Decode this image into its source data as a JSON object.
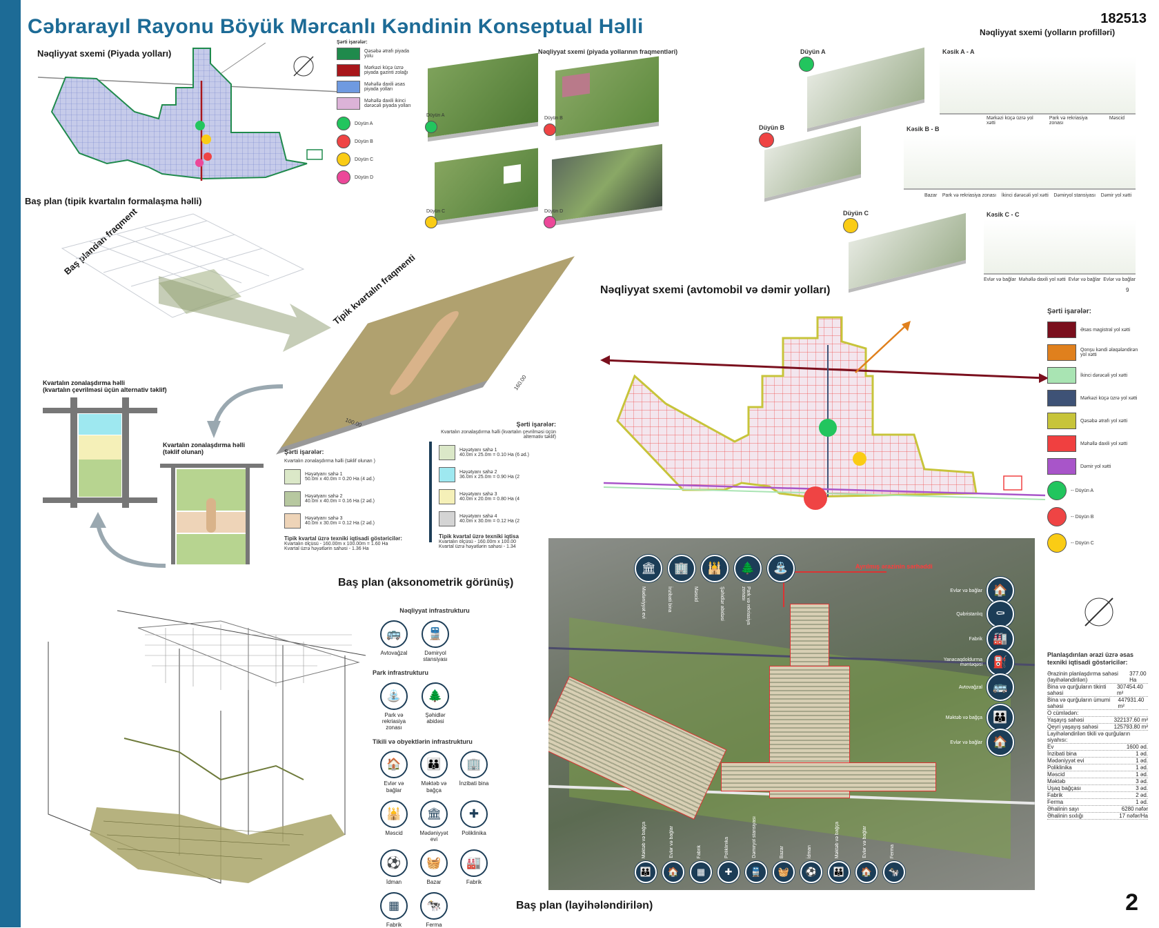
{
  "title": "Cəbrarayıl Rayonu Böyük Mərcanlı Kəndinin Konseptual Həlli",
  "project_number": "182513",
  "page_number": "2",
  "small_page_number": "9",
  "sections": {
    "pedestrian": "Nəqliyyat sxemi (Piyada yolları)",
    "fragments": "Nəqliyyat sxemi (piyada yollarının fraqmentləri)",
    "profiles": "Nəqliyyat sxemi (yolların profilləri)",
    "base_plan_typical": "Baş plan (tipik kvartalın formalaşma həlli)",
    "fragment_label": "Baş plandan fraqment",
    "typical_fragment": "Tipik kvartalın fraqmenti",
    "auto_rail": "Nəqliyyat sxemi (avtomobil və dəmir yolları)",
    "zoning_alt": "Kvartalın zonalaşdırma həlli\n(kvartalın çevrilməsi üçün alternativ təklif)",
    "zoning_prop": "Kvartalın zonalaşdırma həlli\n(təklif olunan)",
    "axon": "Baş plan (aksonometrik görünüş)",
    "designed": "Baş plan (layihələndirilən)",
    "red_boundary": "Ayrılmış ərazinin sərhəddi"
  },
  "legend_title": "Şərti işarələr:",
  "ped_legend": [
    {
      "color": "#1f8a4c",
      "label": "Qəsəbə ətrafı piyada yolu"
    },
    {
      "color": "#a8161b",
      "label": "Mərkəzi küçə üzrə piyada gəzinti zolağı"
    },
    {
      "color": "#6f9ae0",
      "label": "Məhəllə daxili əsas piyada yolları"
    },
    {
      "color": "#dcb3d8",
      "label": "Məhəllə daxili ikinci dərəcəli piyada yolları"
    }
  ],
  "nodes": [
    {
      "color": "#22c55e",
      "label": "Düyün A"
    },
    {
      "color": "#ef4444",
      "label": "Düyün B"
    },
    {
      "color": "#facc15",
      "label": "Düyün C"
    },
    {
      "color": "#ec4899",
      "label": "Düyün D"
    }
  ],
  "fragment_nodes": [
    "Düyün A",
    "Düyün B",
    "Düyün C",
    "Düyün D"
  ],
  "sections_cuts": {
    "a": {
      "title": "Kəsik A - A",
      "labels": [
        "Mərkəzi küçə üzrə yol xətti",
        "Park və rekriasiya zonası",
        "Məscid"
      ]
    },
    "b": {
      "title": "Kəsik B - B",
      "labels": [
        "Bazar",
        "Park və rekriasiya zonası",
        "İkinci dərəcəli yol xətti",
        "Dəmiryol stansiyası",
        "Dəmir yol xətti"
      ]
    },
    "c": {
      "title": "Kəsik C - C",
      "labels": [
        "Evlər və bağlar",
        "Məhəllə daxili yol xətti",
        "Evlər və bağlar",
        "Evlər və bağlar"
      ]
    }
  },
  "auto_legend": [
    {
      "color": "#7a0f1d",
      "label": "Əsas magistral yol xətti"
    },
    {
      "color": "#e0801d",
      "label": "Qonşu kəndi əlaqələndirən yol xətti"
    },
    {
      "color": "#a9e4b3",
      "label": "İkinci dərəcəli yol xətti"
    },
    {
      "color": "#3e5276",
      "label": "Mərkəzi küçə üzrə yol xətti"
    },
    {
      "color": "#c7c43a",
      "label": "Qəsəbə ətrafı yol xətti"
    },
    {
      "color": "#f04040",
      "label": "Məhəllə daxili yol xətti"
    },
    {
      "color": "#a855c9",
      "label": "Dəmir yol xətti"
    }
  ],
  "auto_nodes": [
    {
      "color": "#22c55e",
      "label": "-- Düyün A"
    },
    {
      "color": "#ef4444",
      "label": "-- Düyün B"
    },
    {
      "color": "#facc15",
      "label": "-- Düyün C"
    }
  ],
  "dims": {
    "w": "100.00",
    "h": "160.00"
  },
  "zone_legend_left": {
    "title": "Şərti işarələr:",
    "sub": "Kvartalın zonalaşdırma həlli (təklif olunan )",
    "items": [
      {
        "color": "#dbe8c8",
        "label": "Həyətyanı sahə 1",
        "value": "50.0m x 40.0m = 0.20 Ha (4 əd.)"
      },
      {
        "color": "#b7c8a0",
        "label": "Həyətyanı sahə 2",
        "value": "40.0m x 40.0m = 0.16 Ha (2 əd.)"
      },
      {
        "color": "#eed4b8",
        "label": "Həyətyanı sahə 3",
        "value": "40.0m x 30.0m = 0.12 Ha (2 əd.)"
      }
    ],
    "tech": "Tipik kvartal üzrə texniki iqtisadi göstəricilər:",
    "tech_line1": "Kvartalın ölçüsü - 160.00m x 100.00m = 1.60 Ha",
    "tech_line2": "Kvartal üzrə həyətlərin sahəsi - 1.36 Ha"
  },
  "zone_legend_right": {
    "title": "Şərti işarələr:",
    "sub": "Kvartalın zonalaşdırma həlli (kvartalın çevrilməsi üçün alternativ təklif)",
    "items": [
      {
        "color": "#dbe8c8",
        "label": "Həyətyanı sahə 1",
        "value": "40.0m x 25.0m = 0.10 Ha (6 əd.)"
      },
      {
        "color": "#9ee8f0",
        "label": "Həyətyanı sahə 2",
        "value": "36.0m x 25.0m = 0.90 Ha (2"
      },
      {
        "color": "#f5f0b8",
        "label": "Həyətyanı sahə 3",
        "value": "40.0m x 20.0m = 0.80 Ha (4"
      },
      {
        "color": "#d4d4d4",
        "label": "Həyətyanı sahə 4",
        "value": "40.0m x 30.0m = 0.12 Ha (2"
      }
    ],
    "tech": "Tipik kvartal üzrə texniki iqtisa",
    "tech_line1": "Kvartalın ölçüsü - 160.00m x 100.00",
    "tech_line2": "Kvartal üzrə həyətlərin sahəsi - 1.34"
  },
  "infra": {
    "transport_title": "Nəqliyyat infrastrukturu",
    "transport": [
      {
        "icon": "🚌",
        "label": "Avtovağzal"
      },
      {
        "icon": "🚆",
        "label": "Dəmiryol stansiyası"
      }
    ],
    "park_title": "Park infrastrukturu",
    "park": [
      {
        "icon": "⛲",
        "label": "Park və rekriasiya zonası"
      },
      {
        "icon": "🌲",
        "label": "Şəhidlər abidəsi"
      }
    ],
    "build_title": "Tikili və obyektlərin infrastrukturu",
    "build": [
      {
        "icon": "🏠",
        "label": "Evlər və bağlar"
      },
      {
        "icon": "👪",
        "label": "Məktəb və bağça"
      },
      {
        "icon": "🏢",
        "label": "İnzibati bina"
      },
      {
        "icon": "🕌",
        "label": "Məscid"
      },
      {
        "icon": "🏛",
        "label": "Mədəniyyət evi"
      },
      {
        "icon": "✚",
        "label": "Poliklinika"
      },
      {
        "icon": "⚽",
        "label": "İdman"
      },
      {
        "icon": "🧺",
        "label": "Bazar"
      },
      {
        "icon": "🏭",
        "label": "Fabrik"
      },
      {
        "icon": "▦",
        "label": "Fabrik"
      },
      {
        "icon": "🐄",
        "label": "Ferma"
      }
    ]
  },
  "map_labels_top": [
    "Mədəniyyət evi",
    "İnzibati bina",
    "Məscid",
    "Şəhidlər abidəsi",
    "Park və rekriasiya zonası"
  ],
  "map_icons_top": [
    "🏛",
    "🏢",
    "🕌",
    "🌲",
    "⛲"
  ],
  "map_right": [
    {
      "icon": "🏠",
      "label": "Evlər və bağlar"
    },
    {
      "icon": "⚰",
      "label": "Qəbristanlıq"
    },
    {
      "icon": "🏭",
      "label": "Fabrik"
    },
    {
      "icon": "⛽",
      "label": "Yanacaqdoldurma məntəqəsi"
    },
    {
      "icon": "🚌",
      "label": "Avtovağzal"
    },
    {
      "icon": "👪",
      "label": "Məktəb və bağça"
    },
    {
      "icon": "🏠",
      "label": "Evlər və bağlar"
    }
  ],
  "map_bottom": [
    {
      "icon": "👪",
      "label": "Məktəb və bağça"
    },
    {
      "icon": "🏠",
      "label": "Evlər və bağlar"
    },
    {
      "icon": "▦",
      "label": "Fabrik"
    },
    {
      "icon": "✚",
      "label": "Poliklinika"
    },
    {
      "icon": "🚆",
      "label": "Dəmiryol stansiyası"
    },
    {
      "icon": "🧺",
      "label": "Bazar"
    },
    {
      "icon": "⚽",
      "label": "İdman"
    },
    {
      "icon": "👪",
      "label": "Məktəb və bağça"
    },
    {
      "icon": "🏠",
      "label": "Evlər və bağlar"
    },
    {
      "icon": "🐄",
      "label": "Ferma"
    }
  ],
  "stats": {
    "title": "Planlaşdırılan ərazi üzrə əsas texniki iqtisadi göstəricilər:",
    "rows": [
      {
        "k": "Ərazinin planlaşdırma sahəsi (layihələndirilən)",
        "v": "377.00 Ha"
      },
      {
        "k": "Bina və qurğuların tikinti sahəsi",
        "v": "307454.40 m²"
      },
      {
        "k": "Bina və qurğuların ümumi sahəsi",
        "v": "447931.40 m²"
      },
      {
        "k": "O cümlədən:",
        "v": ""
      },
      {
        "k": "Yaşayış sahəsi",
        "v": "322137.60 m²"
      },
      {
        "k": "Qeyri yaşayış sahəsi",
        "v": "125793.80 m²"
      },
      {
        "k": "Layihələndirilən tikili və qurğuların siyahısı:",
        "v": ""
      },
      {
        "k": "Ev",
        "v": "1600 əd."
      },
      {
        "k": "İnzibati bina",
        "v": "1 əd."
      },
      {
        "k": "Mədəniyyət evi",
        "v": "1 əd."
      },
      {
        "k": "Poliklinika",
        "v": "1 əd."
      },
      {
        "k": "Məscid",
        "v": "1 əd."
      },
      {
        "k": "Məktəb",
        "v": "3 əd."
      },
      {
        "k": "Uşaq bağçası",
        "v": "3 əd."
      },
      {
        "k": "Fabrik",
        "v": "2 əd."
      },
      {
        "k": "Ferma",
        "v": "1 əd."
      },
      {
        "k": "Əhalinin sayı",
        "v": "6280 nəfər"
      },
      {
        "k": "Əhalinin sıxlığı",
        "v": "17 nəfər/Ha"
      }
    ]
  }
}
